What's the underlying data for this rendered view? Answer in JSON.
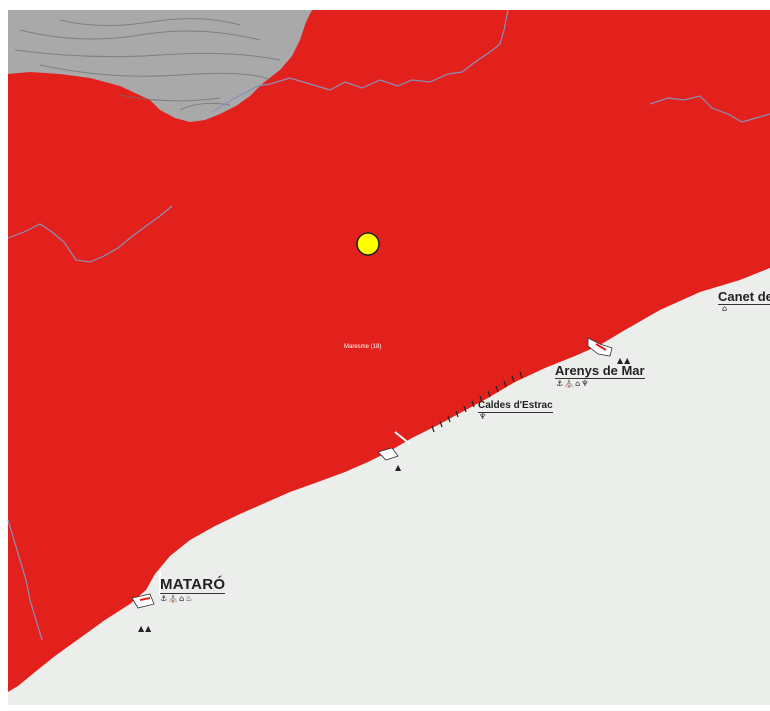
{
  "map": {
    "colors": {
      "fill": "#e2211c",
      "sea": "#eceeec",
      "relief": "#a9a9a9",
      "border": "#8a8fb8",
      "marker": "#ffff00"
    },
    "region_label": "Maresme (18)",
    "towns": {
      "canet": "Canet de",
      "arenys": "Arenys de Mar",
      "caldes": "Caldes d'Estrac",
      "mataro": "MATARÓ"
    },
    "icons": {
      "canet": "⌂",
      "arenys": "⚓⛪⌂♆",
      "caldes": "♆",
      "mataro": "⚓⛪⌂♨",
      "arenys_port": "▲▲",
      "caldes_port": "▲",
      "mataro_port": "▲▲"
    },
    "marker": {
      "icon": "location-marker-icon"
    }
  }
}
